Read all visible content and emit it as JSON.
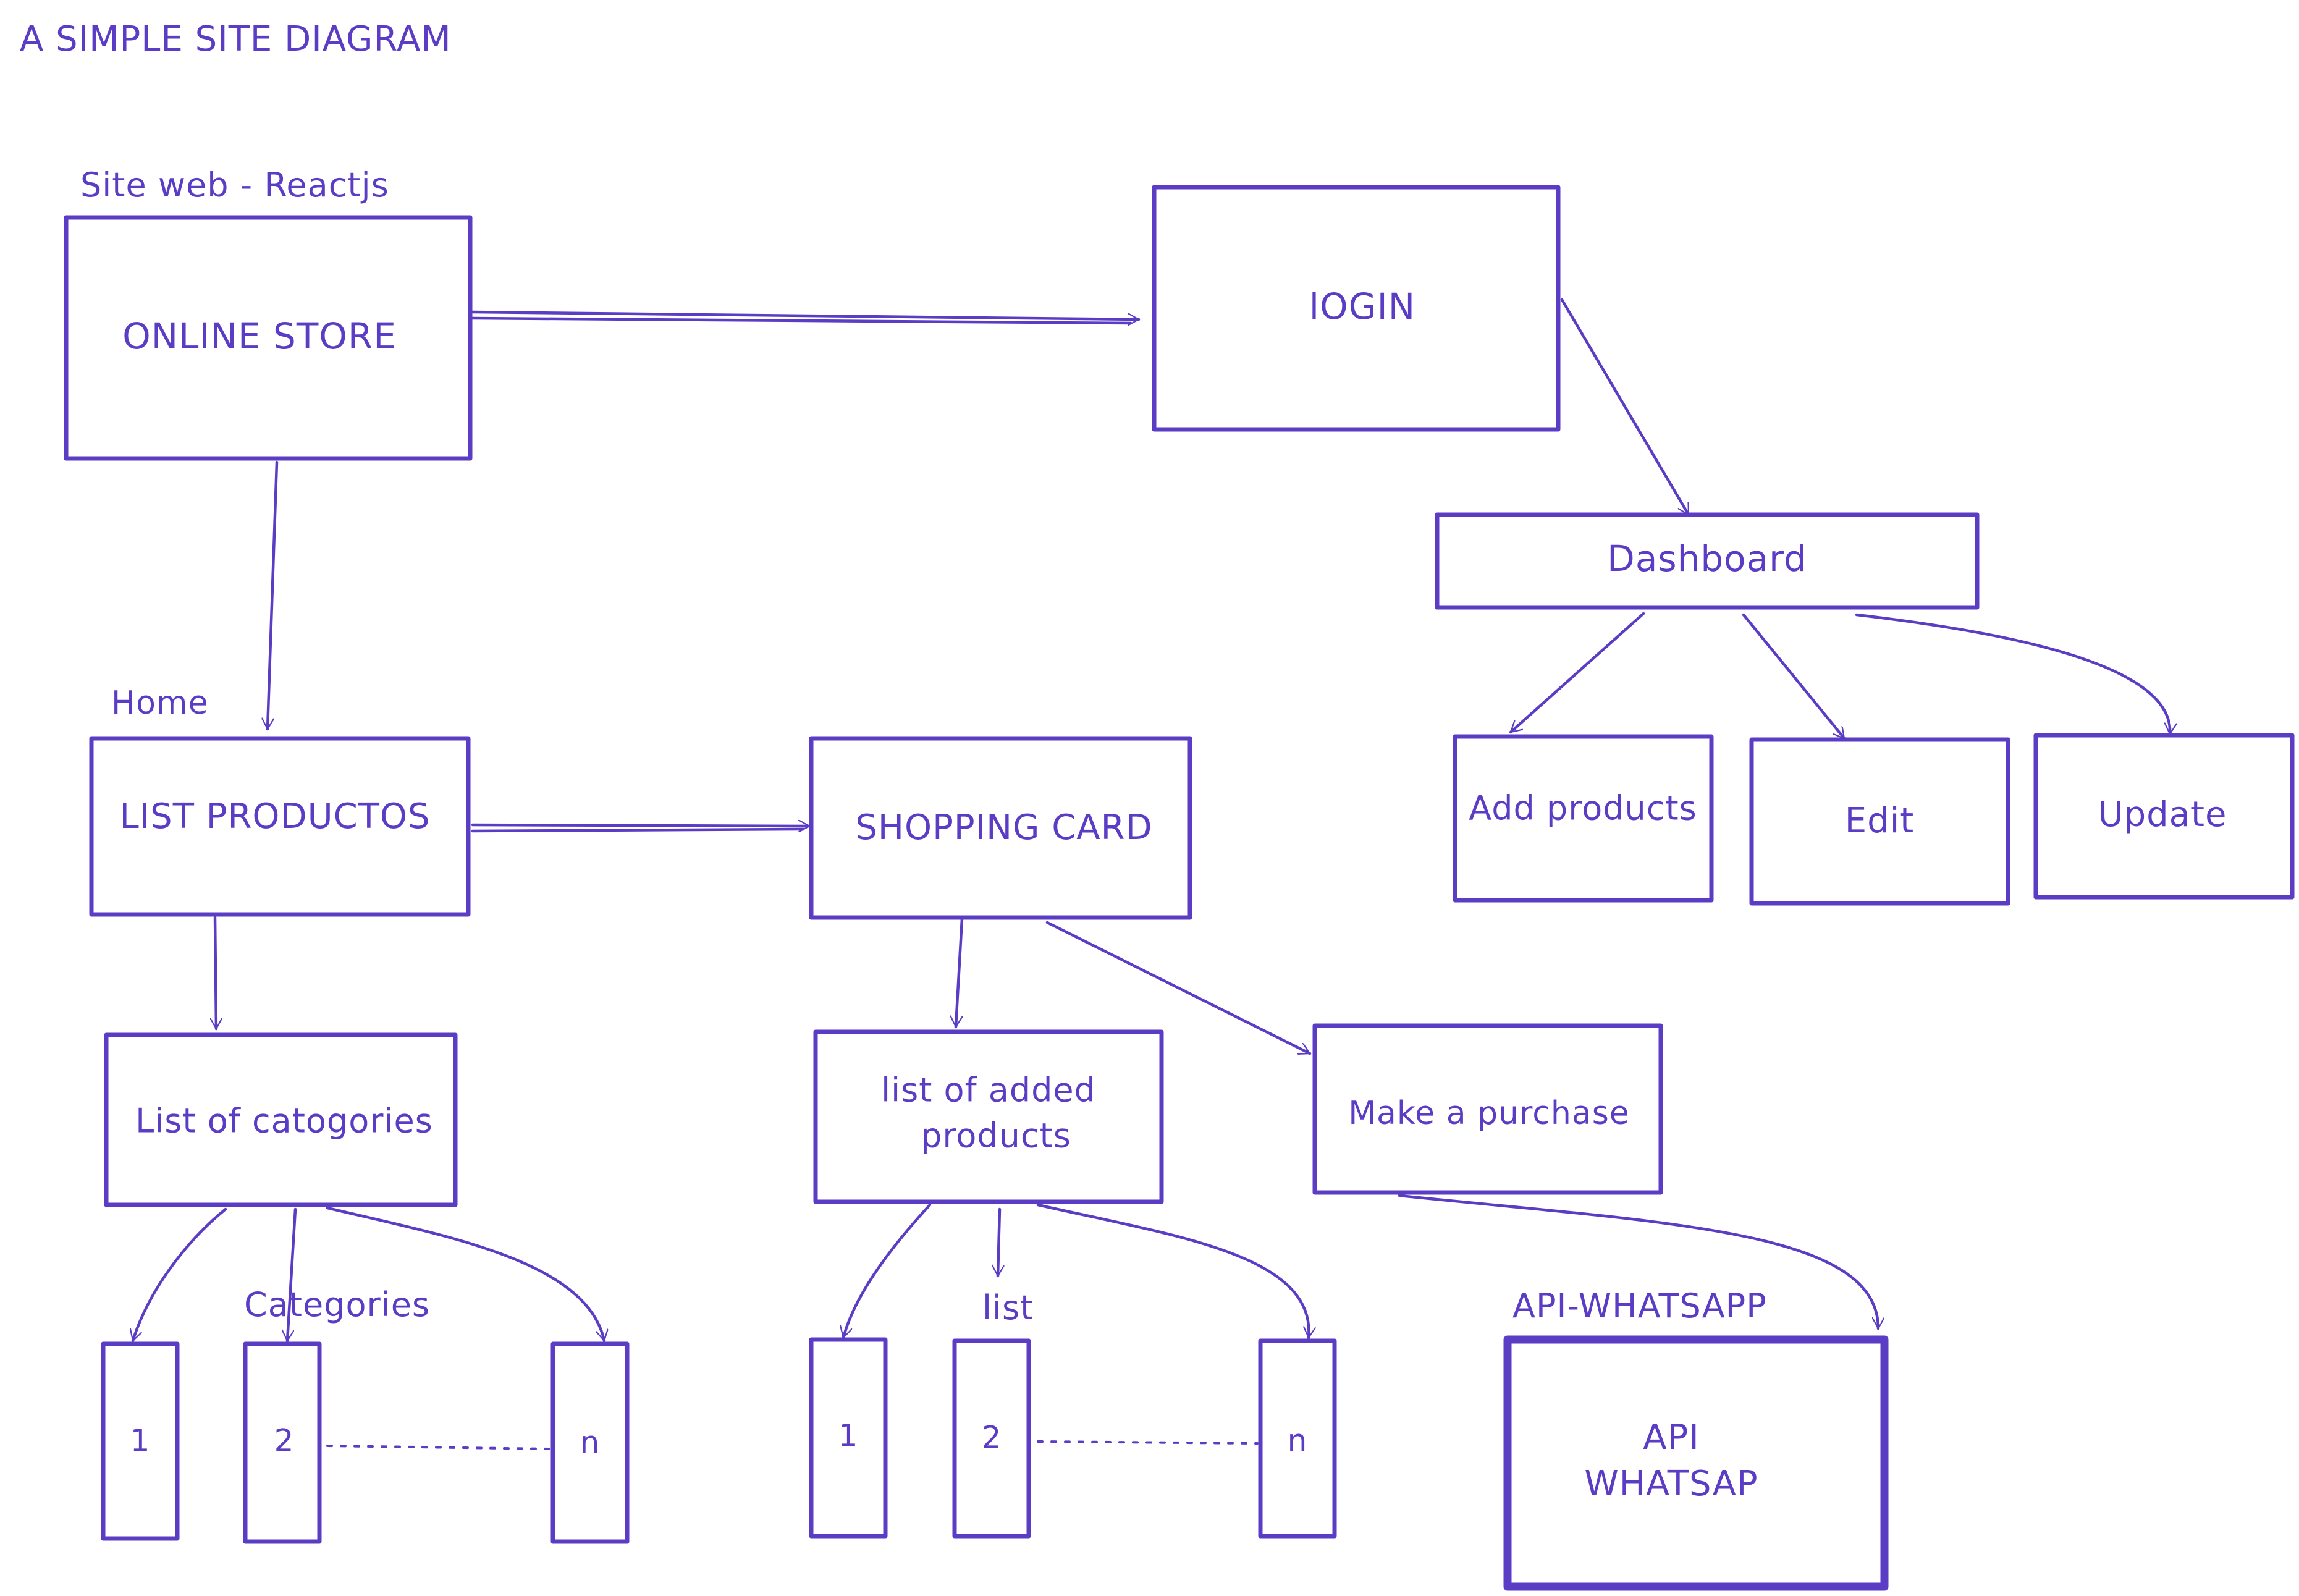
{
  "title": "A SIMPLE SITE DIAGRAM",
  "accent_color": "#5b3cc4",
  "captions": {
    "site_web": "Site web - Reactjs",
    "home": "Home",
    "categories": "Categories",
    "list": "list",
    "api_whatsapp": "API-WHATSAPP"
  },
  "nodes": {
    "online_store": "ONLINE STORE",
    "login": "lOGIN",
    "dashboard": "Dashboard",
    "add_products": "Add products",
    "edit": "Edit",
    "update": "Update",
    "list_productos": "LIST PRODUCTOS",
    "shopping_card": "SHOPPING CARD",
    "list_of_categories": "List of catogories",
    "list_of_added_products": [
      "list of added",
      "products"
    ],
    "make_a_purchase": "Make a purchase",
    "api_whatsap": [
      "API",
      "WHATSAP"
    ]
  },
  "category_items": [
    "1",
    "2",
    "n"
  ],
  "list_items": [
    "1",
    "2",
    "n"
  ]
}
